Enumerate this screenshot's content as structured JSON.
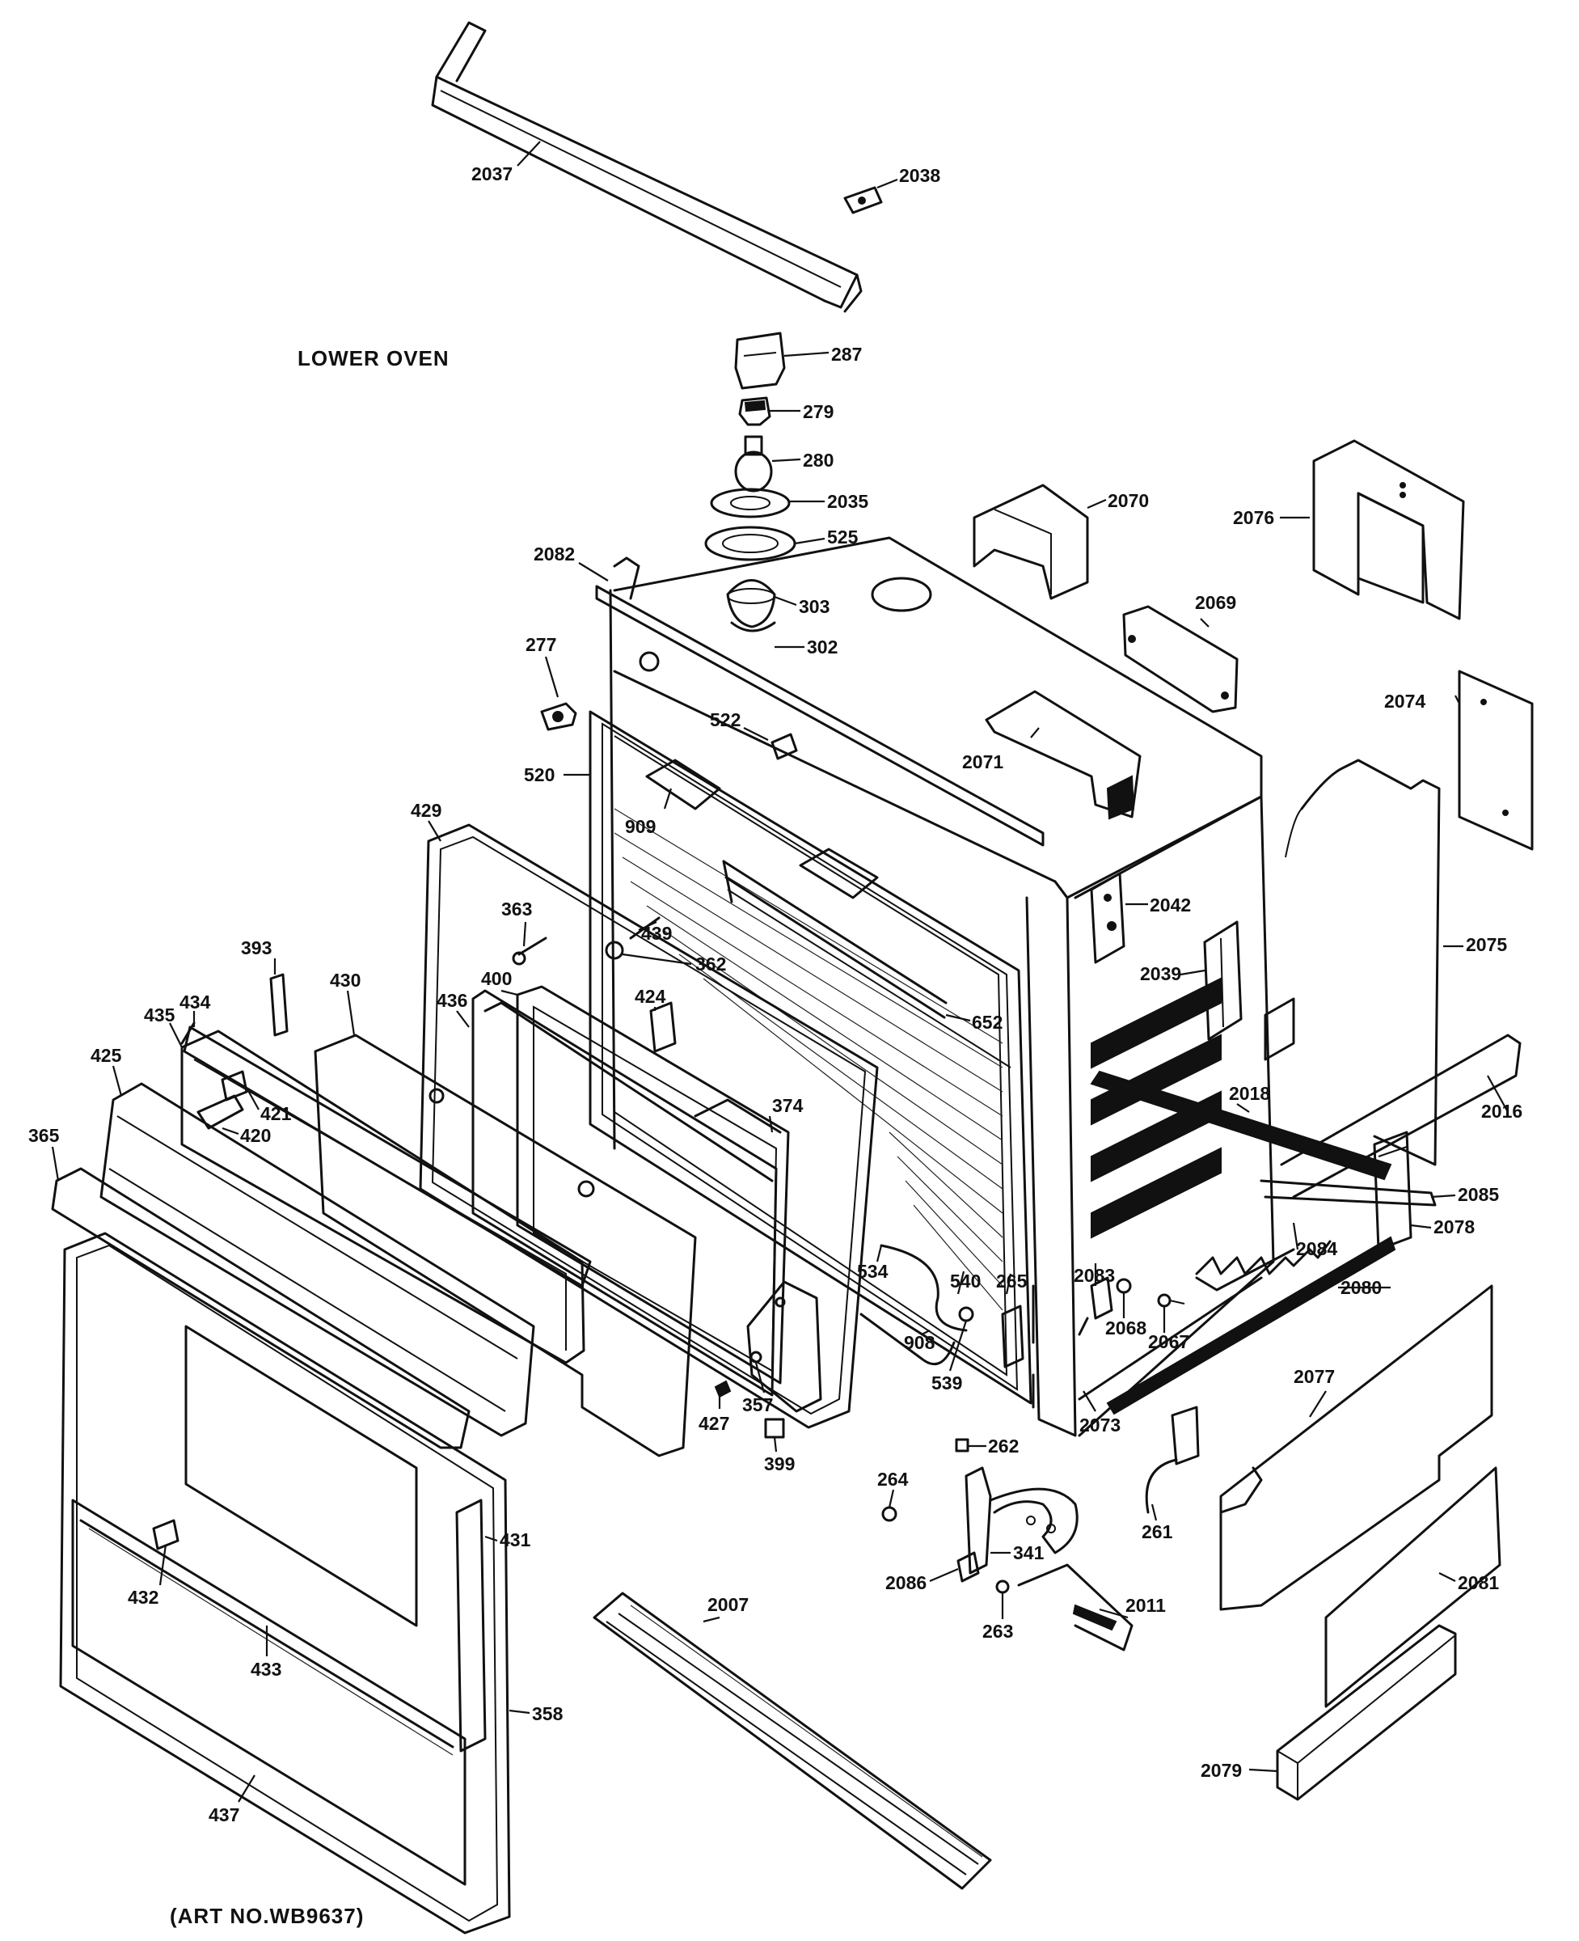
{
  "title": "LOWER OVEN",
  "art_number": "(ART NO.WB9637)",
  "part_labels": [
    {
      "id": "2037",
      "label": "2037"
    },
    {
      "id": "2038",
      "label": "2038"
    },
    {
      "id": "287",
      "label": "287"
    },
    {
      "id": "279",
      "label": "279"
    },
    {
      "id": "280",
      "label": "280"
    },
    {
      "id": "2035",
      "label": "2035"
    },
    {
      "id": "525",
      "label": "525"
    },
    {
      "id": "303",
      "label": "303"
    },
    {
      "id": "302",
      "label": "302"
    },
    {
      "id": "2070",
      "label": "2070"
    },
    {
      "id": "2076",
      "label": "2076"
    },
    {
      "id": "2082",
      "label": "2082"
    },
    {
      "id": "2069",
      "label": "2069"
    },
    {
      "id": "277",
      "label": "277"
    },
    {
      "id": "522",
      "label": "522"
    },
    {
      "id": "520",
      "label": "520"
    },
    {
      "id": "2071",
      "label": "2071"
    },
    {
      "id": "2074",
      "label": "2074"
    },
    {
      "id": "429",
      "label": "429"
    },
    {
      "id": "909",
      "label": "909"
    },
    {
      "id": "439",
      "label": "439"
    },
    {
      "id": "363",
      "label": "363"
    },
    {
      "id": "362",
      "label": "362"
    },
    {
      "id": "2042",
      "label": "2042"
    },
    {
      "id": "2075",
      "label": "2075"
    },
    {
      "id": "393",
      "label": "393"
    },
    {
      "id": "430",
      "label": "430"
    },
    {
      "id": "436",
      "label": "436"
    },
    {
      "id": "400",
      "label": "400"
    },
    {
      "id": "2039",
      "label": "2039"
    },
    {
      "id": "434",
      "label": "434"
    },
    {
      "id": "424",
      "label": "424"
    },
    {
      "id": "652",
      "label": "652"
    },
    {
      "id": "435",
      "label": "435"
    },
    {
      "id": "2018",
      "label": "2018"
    },
    {
      "id": "2016",
      "label": "2016"
    },
    {
      "id": "374",
      "label": "374"
    },
    {
      "id": "421",
      "label": "421"
    },
    {
      "id": "425",
      "label": "425"
    },
    {
      "id": "420",
      "label": "420"
    },
    {
      "id": "365",
      "label": "365"
    },
    {
      "id": "2085",
      "label": "2085"
    },
    {
      "id": "2078",
      "label": "2078"
    },
    {
      "id": "2084",
      "label": "2084"
    },
    {
      "id": "2083",
      "label": "2083"
    },
    {
      "id": "534",
      "label": "534"
    },
    {
      "id": "540",
      "label": "540"
    },
    {
      "id": "265",
      "label": "265"
    },
    {
      "id": "2080",
      "label": "2080"
    },
    {
      "id": "2068",
      "label": "2068"
    },
    {
      "id": "908",
      "label": "908"
    },
    {
      "id": "2067",
      "label": "2067"
    },
    {
      "id": "2077",
      "label": "2077"
    },
    {
      "id": "539",
      "label": "539"
    },
    {
      "id": "427",
      "label": "427"
    },
    {
      "id": "357",
      "label": "357"
    },
    {
      "id": "2073",
      "label": "2073"
    },
    {
      "id": "262",
      "label": "262"
    },
    {
      "id": "399",
      "label": "399"
    },
    {
      "id": "264",
      "label": "264"
    },
    {
      "id": "261",
      "label": "261"
    },
    {
      "id": "431",
      "label": "431"
    },
    {
      "id": "341",
      "label": "341"
    },
    {
      "id": "2081",
      "label": "2081"
    },
    {
      "id": "2007",
      "label": "2007"
    },
    {
      "id": "2086",
      "label": "2086"
    },
    {
      "id": "2011",
      "label": "2011"
    },
    {
      "id": "432",
      "label": "432"
    },
    {
      "id": "263",
      "label": "263"
    },
    {
      "id": "433",
      "label": "433"
    },
    {
      "id": "358",
      "label": "358"
    },
    {
      "id": "2079",
      "label": "2079"
    },
    {
      "id": "437",
      "label": "437"
    }
  ]
}
